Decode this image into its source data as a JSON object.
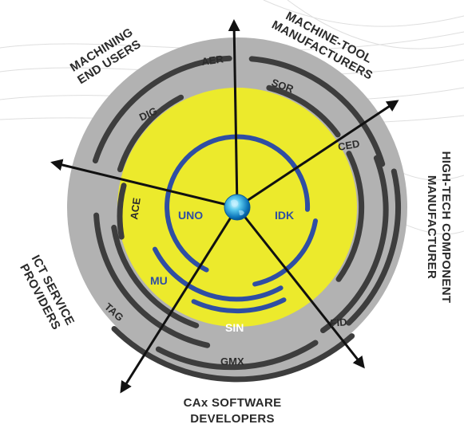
{
  "colors": {
    "outer_ring": "#b2b2b2",
    "inner_disk": "#ecea2c",
    "arc_dark": "#3d3d3d",
    "arc_blue": "#2f4ea3",
    "arrow": "#111111",
    "background_lines": "#dcdcdc"
  },
  "categories": {
    "machining_end_users": [
      "MACHINING",
      "END USERS"
    ],
    "machine_tool_manufacturers": [
      "MACHINE-TOOL",
      "MANUFACTURERS"
    ],
    "high_tech_component_manufacturer": [
      "HIGH-TECH COMPONENT",
      "MANUFACTURER"
    ],
    "cax_software_developers": [
      "CAx SOFTWARE",
      "DEVELOPERS"
    ],
    "ict_service_providers": [
      "ICT SERVICE",
      "PROVIDERS"
    ]
  },
  "partners_outer": {
    "aer": "AER",
    "dig": "DIG",
    "sor": "SOR",
    "ced": "CED",
    "ace": "ACE",
    "fid": "FID",
    "tag": "TAG",
    "gmx": "GMX"
  },
  "partners_inner": {
    "uno": "UNO",
    "idk": "IDK",
    "mu": "MU",
    "sin": "SIN"
  },
  "center_icon": "globe-icon"
}
